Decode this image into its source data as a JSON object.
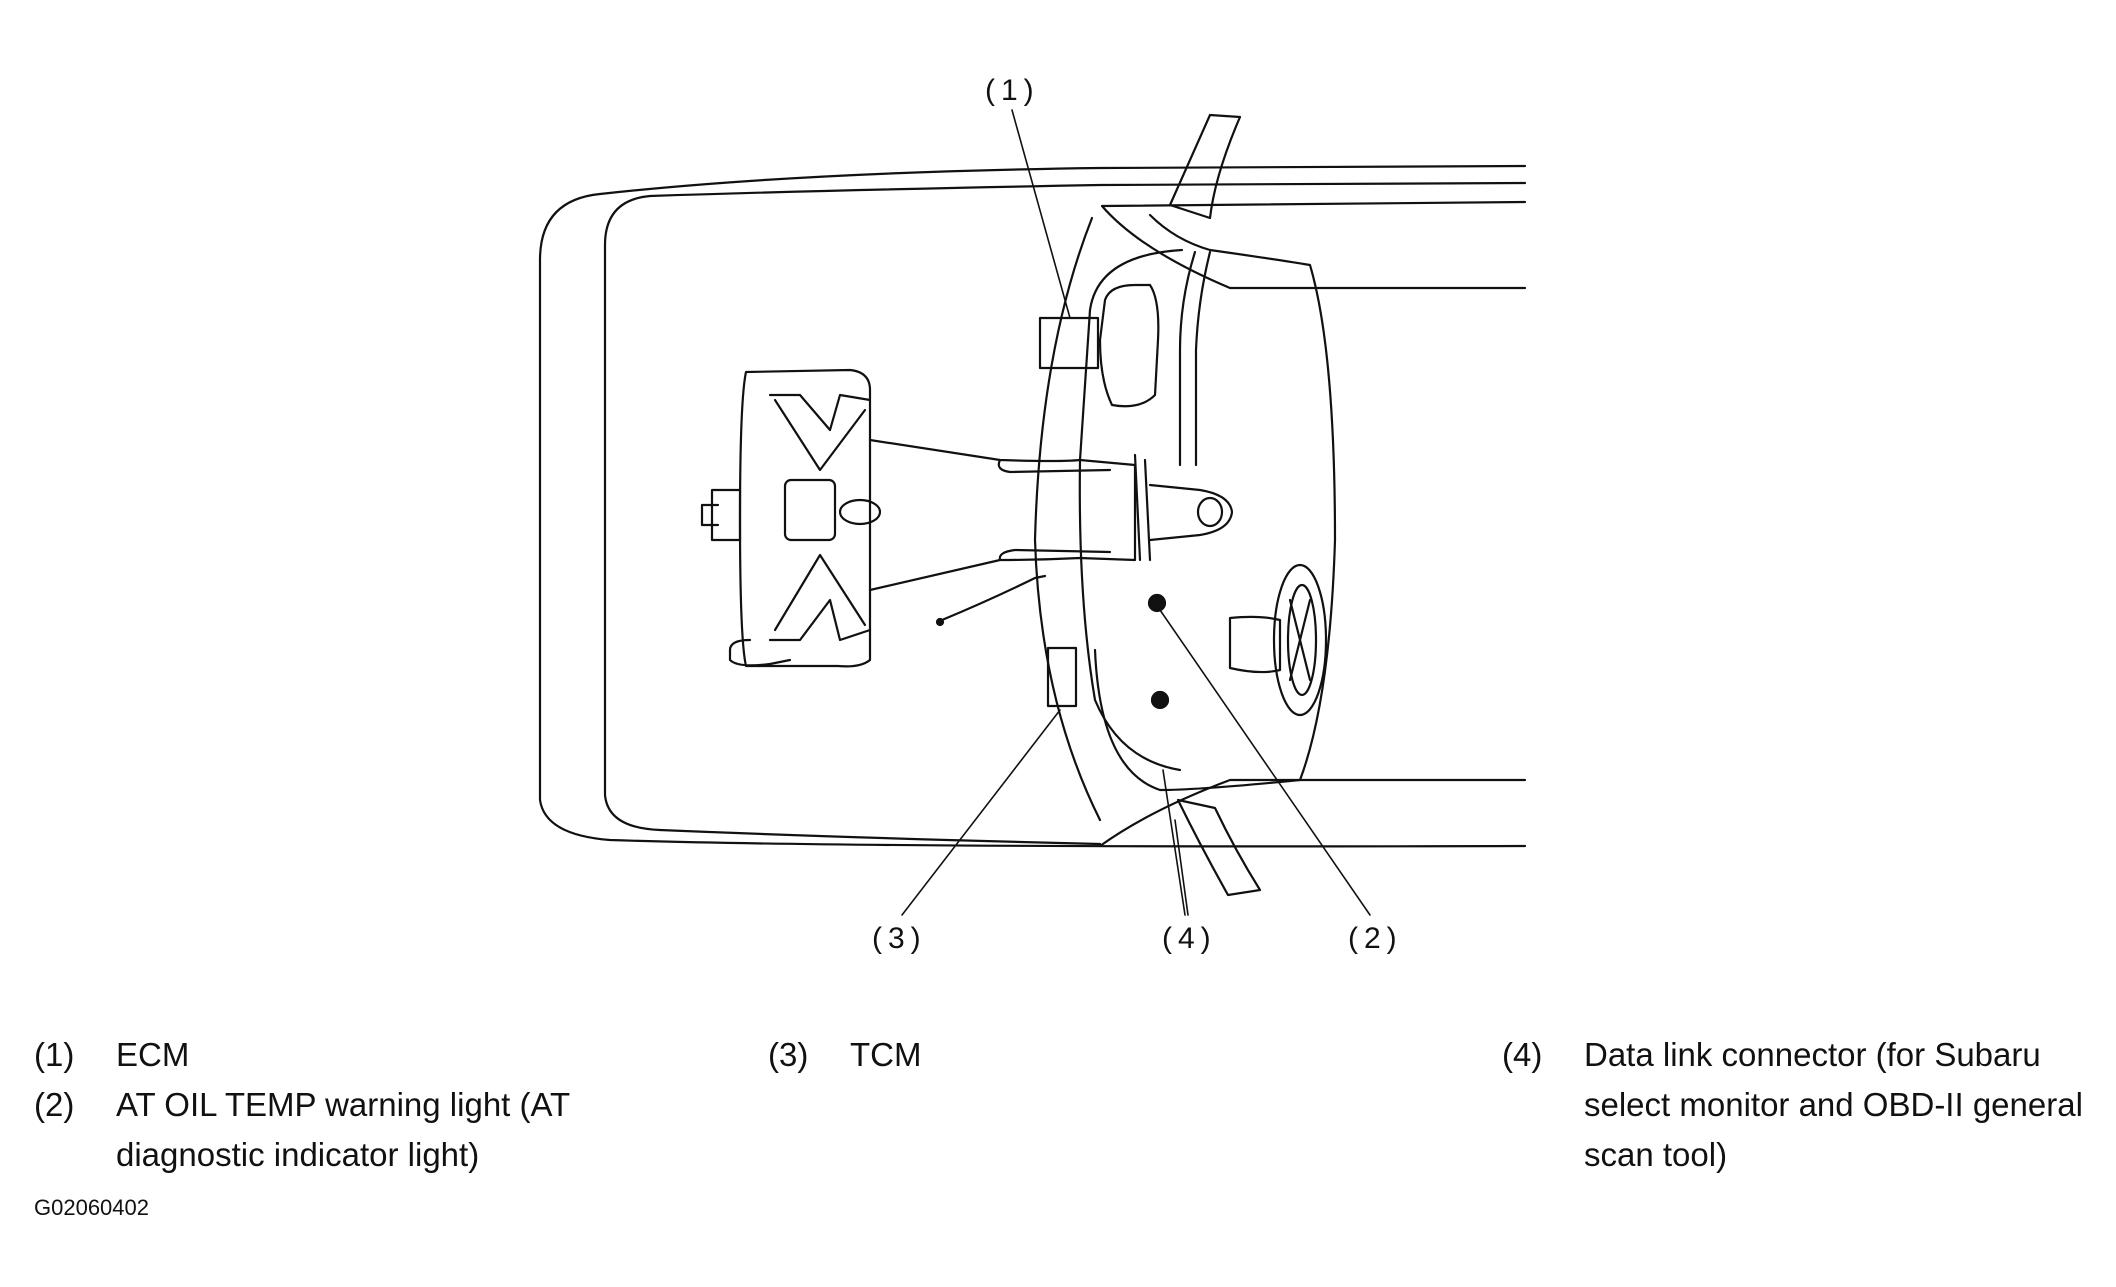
{
  "callouts": {
    "c1": "(1)",
    "c2": "(2)",
    "c3": "(3)",
    "c4": "(4)"
  },
  "legend": [
    {
      "num": "(1)",
      "text": "ECM"
    },
    {
      "num": "(2)",
      "text": "AT OIL TEMP warning light (AT diagnostic indicator light)"
    },
    {
      "num": "(3)",
      "text": "TCM"
    },
    {
      "num": "(4)",
      "text": "Data link connector (for Subaru select monitor and OBD-II general scan tool)"
    }
  ],
  "figure_id": "G02060402"
}
